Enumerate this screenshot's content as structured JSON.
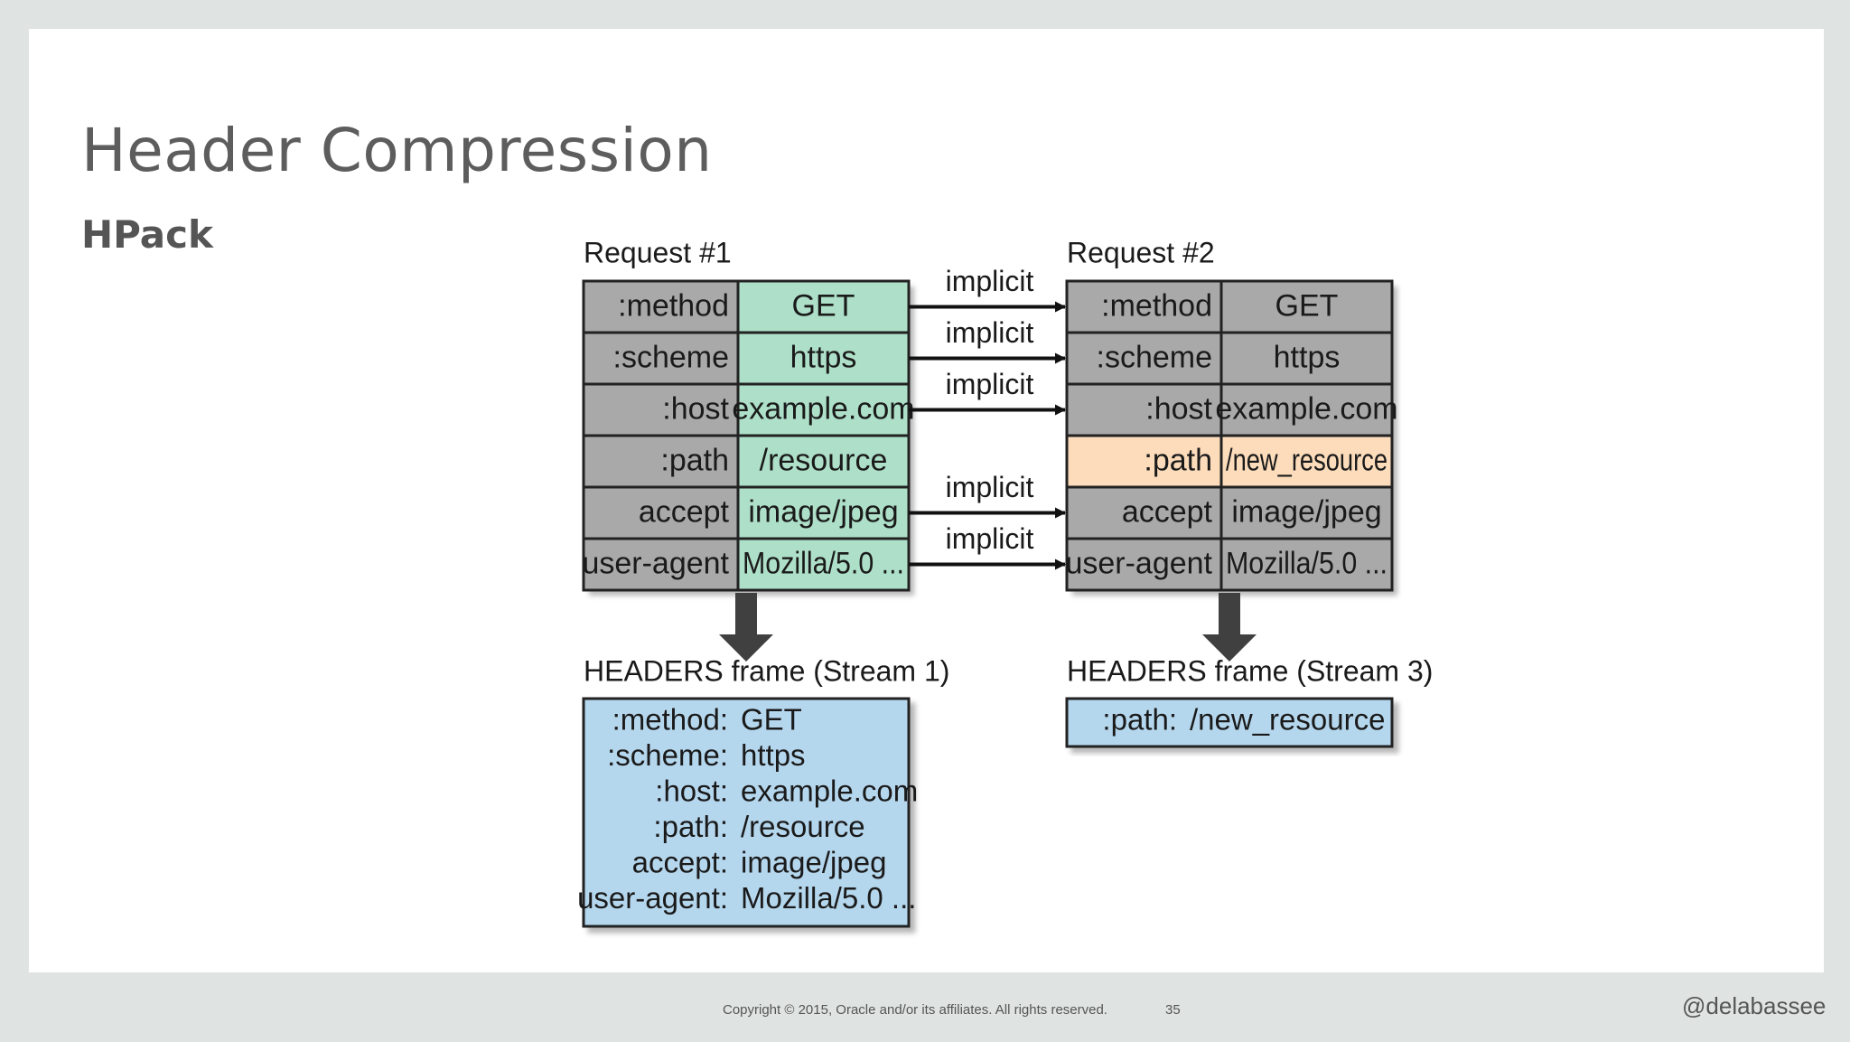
{
  "slide": {
    "title": "Header Compression",
    "subtitle": "HPack",
    "copyright": "Copyright © 2015, Oracle and/or its affiliates. All rights reserved.",
    "page_number": "35",
    "handle": "@delabassee"
  },
  "diagram": {
    "arrow_label": "implicit",
    "request1": {
      "title": "Request #1",
      "rows": [
        {
          "name": ":method",
          "value": "GET"
        },
        {
          "name": ":scheme",
          "value": "https"
        },
        {
          "name": ":host",
          "value": "example.com"
        },
        {
          "name": ":path",
          "value": "/resource"
        },
        {
          "name": "accept",
          "value": "image/jpeg"
        },
        {
          "name": "user-agent",
          "value": "Mozilla/5.0 ..."
        }
      ]
    },
    "request2": {
      "title": "Request #2",
      "rows": [
        {
          "name": ":method",
          "value": "GET"
        },
        {
          "name": ":scheme",
          "value": "https"
        },
        {
          "name": ":host",
          "value": "example.com"
        },
        {
          "name": ":path",
          "value": "/new_resource",
          "changed": true
        },
        {
          "name": "accept",
          "value": "image/jpeg"
        },
        {
          "name": "user-agent",
          "value": "Mozilla/5.0 ..."
        }
      ]
    },
    "implicit_rows": [
      0,
      1,
      2,
      4,
      5
    ],
    "frame1": {
      "title": "HEADERS frame (Stream 1)",
      "lines": [
        {
          "name": ":method:",
          "value": "GET"
        },
        {
          "name": ":scheme:",
          "value": "https"
        },
        {
          "name": ":host:",
          "value": "example.com"
        },
        {
          "name": ":path:",
          "value": "/resource"
        },
        {
          "name": "accept:",
          "value": "image/jpeg"
        },
        {
          "name": "user-agent:",
          "value": "Mozilla/5.0 ..."
        }
      ]
    },
    "frame2": {
      "title": "HEADERS frame (Stream 3)",
      "lines": [
        {
          "name": ":path:",
          "value": "/new_resource"
        }
      ]
    },
    "colors": {
      "name_cell": "#a9a9a9",
      "value_cell_req1": "#aee0c9",
      "value_cell_req2": "#a9a9a9",
      "changed_cell": "#fcdcbb",
      "frame_box": "#b5d7ee",
      "border": "#222222",
      "down_arrow": "#404040"
    }
  }
}
